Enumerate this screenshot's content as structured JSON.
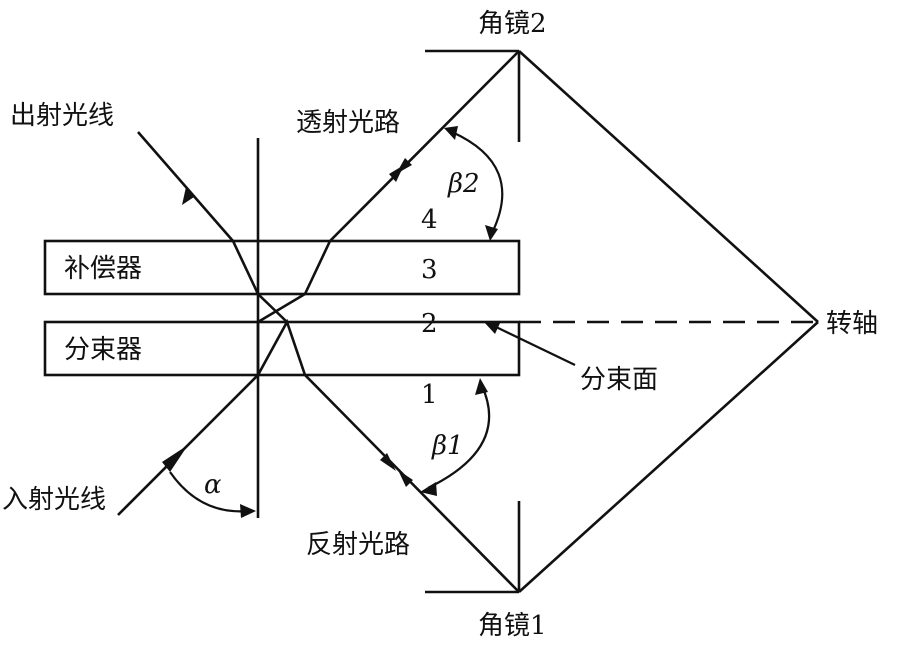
{
  "labels": {
    "corner_mirror_2": "角镜2",
    "corner_mirror_1": "角镜1",
    "exit_ray": "出射光线",
    "incident_ray": "入射光线",
    "transmitted_path": "透射光路",
    "reflected_path": "反射光路",
    "compensator": "补偿器",
    "beam_splitter": "分束器",
    "splitting_surface": "分束面",
    "rotation_axis": "转轴",
    "surface_1": "1",
    "surface_2": "2",
    "surface_3": "3",
    "surface_4": "4",
    "angle_alpha": "α",
    "angle_beta1": "β1",
    "angle_beta2": "β2"
  }
}
